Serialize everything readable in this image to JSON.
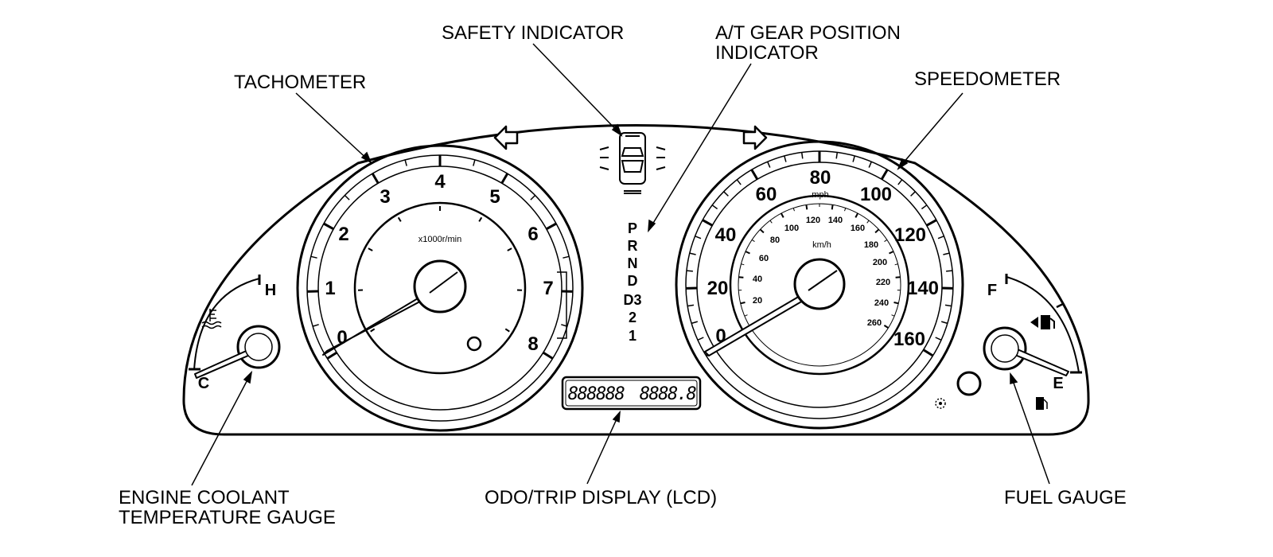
{
  "callouts": {
    "safety_indicator": "SAFETY INDICATOR",
    "gear_position_line1": "A/T GEAR POSITION",
    "gear_position_line2": "INDICATOR",
    "tachometer": "TACHOMETER",
    "speedometer": "SPEEDOMETER",
    "coolant_line1": "ENGINE COOLANT",
    "coolant_line2": "TEMPERATURE GAUGE",
    "odo_trip": "ODO/TRIP DISPLAY (LCD)",
    "fuel_gauge": "FUEL GAUGE"
  },
  "tachometer": {
    "numbers": [
      "0",
      "1",
      "2",
      "3",
      "4",
      "5",
      "6",
      "7",
      "8"
    ],
    "unit": "x1000r/min"
  },
  "speedometer": {
    "mph_numbers": [
      "0",
      "20",
      "40",
      "60",
      "80",
      "100",
      "120",
      "140",
      "160"
    ],
    "mph_unit": "mph",
    "kmh_numbers": [
      "20",
      "40",
      "60",
      "80",
      "100",
      "120",
      "140",
      "160",
      "180",
      "200",
      "220",
      "240",
      "260"
    ],
    "kmh_unit": "km/h"
  },
  "gear_positions": [
    "P",
    "R",
    "N",
    "D",
    "D3",
    "2",
    "1"
  ],
  "lcd": {
    "odometer": "888888",
    "trip": "8888.8"
  },
  "coolant_gauge": {
    "hot": "H",
    "cold": "C"
  },
  "fuel": {
    "full": "F",
    "empty": "E"
  },
  "icons": [
    "left-turn-arrow-icon",
    "right-turn-arrow-icon",
    "safety-car-icon",
    "coolant-temperature-icon",
    "fuel-pump-icon",
    "low-fuel-icon",
    "key-icon"
  ]
}
